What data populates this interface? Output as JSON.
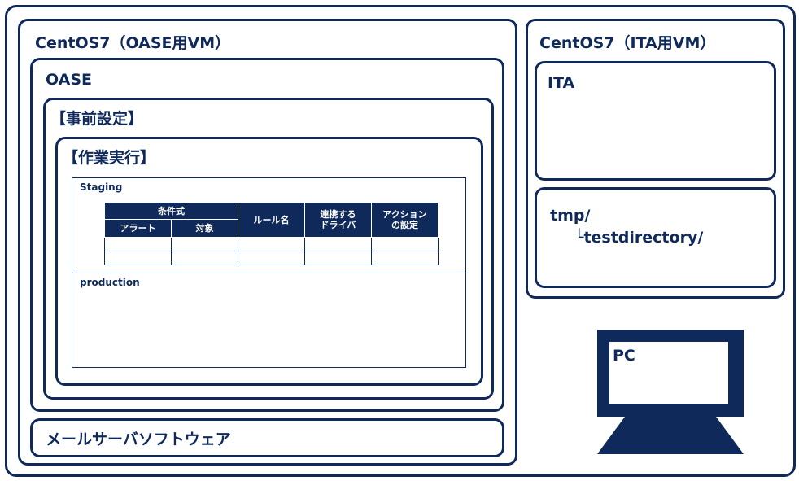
{
  "vm_oase": {
    "title": "CentOS7（OASE用VM）",
    "oase": {
      "title": "OASE",
      "presetting": {
        "title": "【事前設定】",
        "execution": {
          "title": "【作業実行】",
          "staging": {
            "label": "Staging",
            "headers": {
              "condition": "条件式",
              "alert": "アラート",
              "target": "対象",
              "rule_name": "ルール名",
              "driver": "連携する\nドライバ",
              "action": "アクション\nの設定"
            },
            "rows": [
              [
                "",
                "",
                "",
                "",
                ""
              ],
              [
                "",
                "",
                "",
                "",
                ""
              ]
            ]
          },
          "production": {
            "label": "production"
          }
        }
      }
    },
    "mail_server": "メールサーバソフトウェア"
  },
  "vm_ita": {
    "title": "CentOS7（ITA用VM）",
    "ita": "ITA",
    "directory": {
      "root": "tmp/",
      "child": "└testdirectory/"
    }
  },
  "pc": {
    "label": "PC"
  },
  "colors": {
    "primary": "#0f2a5a",
    "background": "#ffffff"
  }
}
